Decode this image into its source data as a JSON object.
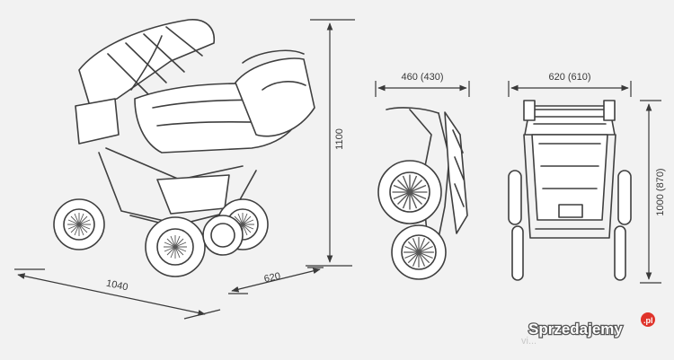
{
  "dimensions": {
    "length": "1040",
    "width_side": "620",
    "height": "1100",
    "folded_width": "460 (430)",
    "front_width": "620 (610)",
    "front_height": "1000 (870)"
  },
  "watermark": {
    "brand": "Sprzedajemy",
    "suffix": ".pl",
    "faint_text": "vi..."
  },
  "colors": {
    "line": "#3f3f3f",
    "background": "#f2f2f2",
    "brand_red": "#e0342b"
  }
}
